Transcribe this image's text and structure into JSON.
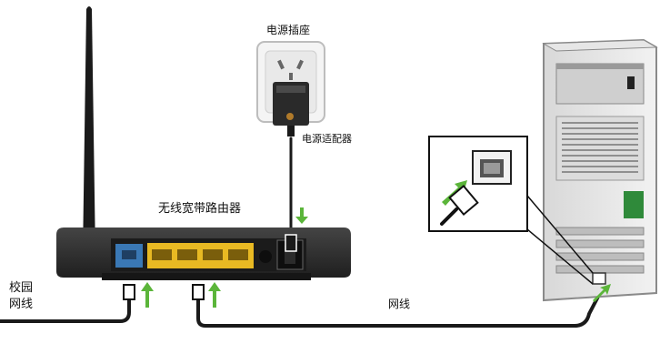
{
  "labels": {
    "power_outlet": "电源插座",
    "power_adapter": "电源适配器",
    "router": "无线宽带路由器",
    "campus_network_line1": "校园",
    "campus_network_line2": "网线",
    "network_cable": "网线"
  },
  "colors": {
    "router_body": "#2b2b2b",
    "lan_ports": "#e8b923",
    "wan_port": "#3a78b5",
    "arrow": "#5bb53a",
    "cable": "#1a1a1a"
  },
  "icons": [
    "antenna",
    "router",
    "power-outlet",
    "power-adapter",
    "desktop-tower",
    "rj45-connector",
    "arrow-up-icon",
    "arrow-down-icon"
  ]
}
